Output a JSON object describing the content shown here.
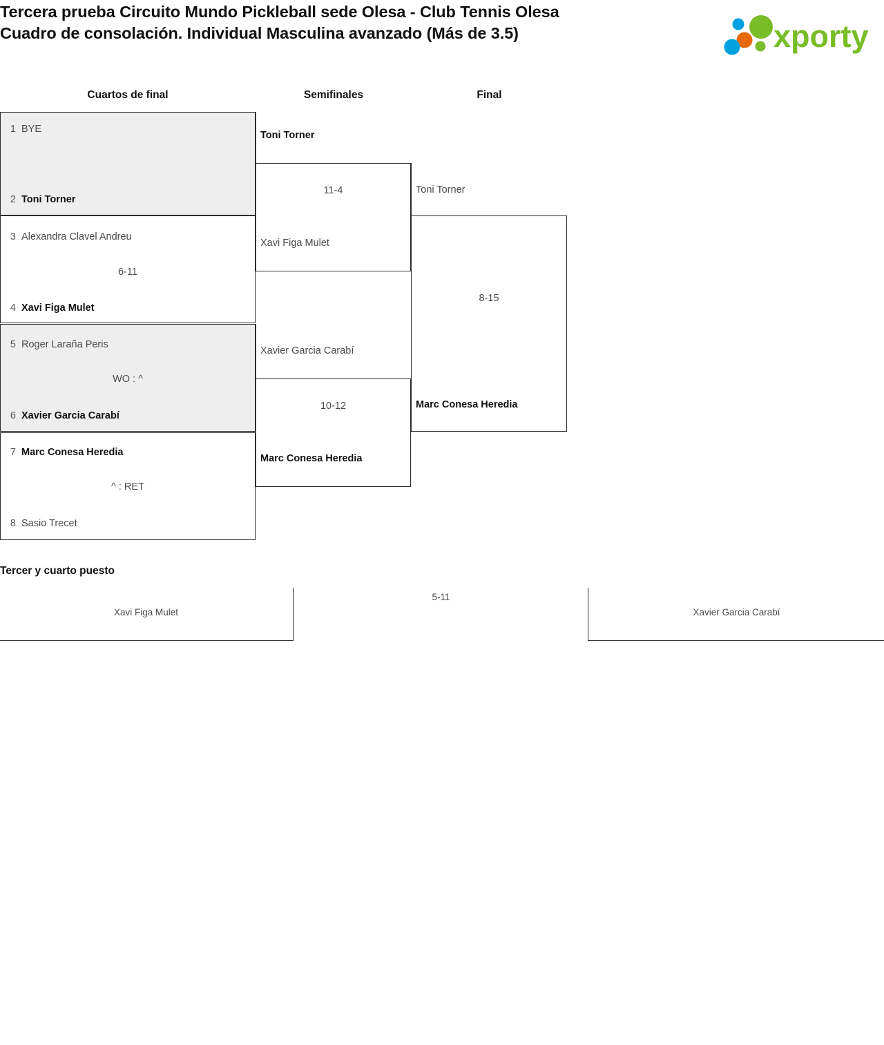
{
  "header": {
    "title_line1": "Tercera prueba Circuito Mundo Pickleball sede Olesa - Club Tennis Olesa",
    "title_line2": "Cuadro de consolación. Individual Masculina avanzado (Más de 3.5)",
    "logo_text": "xporty",
    "logo_colors": {
      "green": "#78bc27",
      "blue": "#00a0e1",
      "orange": "#e8690b"
    }
  },
  "rounds": {
    "quarterfinals_label": "Cuartos de final",
    "semifinals_label": "Semifinales",
    "final_label": "Final"
  },
  "quarterfinals": [
    {
      "shaded": true,
      "top": {
        "seed": "1",
        "name": "BYE",
        "winner": false
      },
      "bottom": {
        "seed": "2",
        "name": "Toni Torner",
        "winner": true
      },
      "score": ""
    },
    {
      "shaded": false,
      "top": {
        "seed": "3",
        "name": "Alexandra Clavel Andreu",
        "winner": false
      },
      "bottom": {
        "seed": "4",
        "name": "Xavi Figa Mulet",
        "winner": true
      },
      "score": "6-11"
    },
    {
      "shaded": true,
      "top": {
        "seed": "5",
        "name": "Roger Laraña Peris",
        "winner": false
      },
      "bottom": {
        "seed": "6",
        "name": "Xavier Garcia Carabí",
        "winner": true
      },
      "score": "WO : ^"
    },
    {
      "shaded": false,
      "top": {
        "seed": "7",
        "name": "Marc Conesa Heredia",
        "winner": true
      },
      "bottom": {
        "seed": "8",
        "name": "Sasio Trecet",
        "winner": false
      },
      "score": "^ : RET"
    }
  ],
  "semifinals": [
    {
      "top_name": "Toni Torner",
      "top_winner": true,
      "bottom_name": "Xavi Figa Mulet",
      "bottom_winner": false,
      "score": "11-4"
    },
    {
      "top_name": "Xavier Garcia Carabí",
      "top_winner": false,
      "bottom_name": "Marc Conesa Heredia",
      "bottom_winner": true,
      "score": "10-12"
    }
  ],
  "final": {
    "top_name": "Toni Torner",
    "top_winner": false,
    "bottom_name": "Marc Conesa Heredia",
    "bottom_winner": true,
    "score": "8-15"
  },
  "third_place": {
    "title": "Tercer y cuarto puesto",
    "left_name": "Xavi Figa Mulet",
    "right_name": "Xavier Garcia Carabí",
    "score": "5-11"
  }
}
